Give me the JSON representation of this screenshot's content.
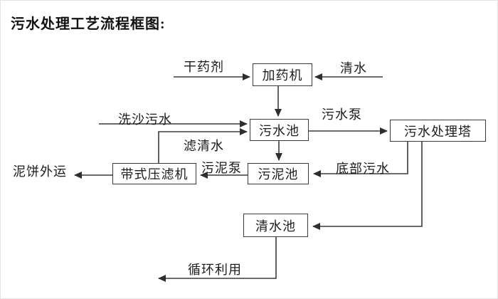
{
  "title": "污水处理工艺流程框图:",
  "colors": {
    "background": "#ffffff",
    "line": "#3a3a3a",
    "text": "#1c1c1c"
  },
  "diagram": {
    "nodes": {
      "dosing_machine": "加药机",
      "sewage_pool": "污水池",
      "treatment_tower": "污水处理塔",
      "sludge_pool": "污泥池",
      "belt_filter_press": "带式压滤机",
      "clean_water_pool": "清水池"
    },
    "labels": {
      "dry_agent": "干药剂",
      "clean_water_in": "清水",
      "sand_washing_sewage": "洗沙污水",
      "filtered_water": "滤清水",
      "sewage_pump": "污水泵",
      "bottom_sewage": "底部污水",
      "sludge_pump": "污泥泵",
      "mud_cake_out": "泥饼外运",
      "recycle_use": "循环利用"
    },
    "edges": [
      {
        "from": "干药剂",
        "to": "加药机",
        "label": ""
      },
      {
        "from": "清水",
        "to": "加药机",
        "label": ""
      },
      {
        "from": "加药机",
        "to": "污水池",
        "label": ""
      },
      {
        "from": "洗沙污水",
        "to": "污水池",
        "label": ""
      },
      {
        "from": "带式压滤机",
        "to": "污水池",
        "label": "滤清水"
      },
      {
        "from": "污水池",
        "to": "污水处理塔",
        "label": "污水泵"
      },
      {
        "from": "污水池",
        "to": "污泥池",
        "label": ""
      },
      {
        "from": "污水处理塔",
        "to": "污泥池",
        "label": "底部污水"
      },
      {
        "from": "污水处理塔",
        "to": "清水池",
        "label": ""
      },
      {
        "from": "污泥池",
        "to": "带式压滤机",
        "label": "污泥泵"
      },
      {
        "from": "带式压滤机",
        "to": "泥饼外运",
        "label": ""
      },
      {
        "from": "清水池",
        "to": "循环利用",
        "label": ""
      }
    ]
  }
}
